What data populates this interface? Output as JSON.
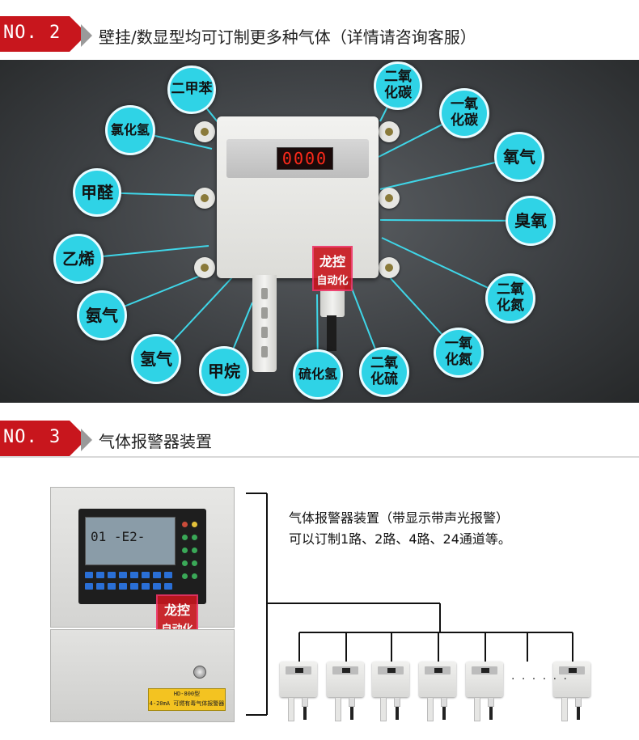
{
  "section2": {
    "tag": "NO. 2",
    "title": "壁挂/数显型均可订制更多种气体（详情请咨询客服）"
  },
  "device": {
    "display": "0000",
    "stamp_line1": "龙控",
    "stamp_line2": "自动化"
  },
  "gases": [
    {
      "id": "dimethylbenzene",
      "label": "二甲苯"
    },
    {
      "id": "hydrogen-chloride",
      "label": "氯化氢"
    },
    {
      "id": "formaldehyde",
      "label": "甲醛"
    },
    {
      "id": "ethylene",
      "label": "乙烯"
    },
    {
      "id": "ammonia",
      "label": "氨气"
    },
    {
      "id": "hydrogen",
      "label": "氢气"
    },
    {
      "id": "methane",
      "label": "甲烷"
    },
    {
      "id": "hydrogen-sulfide",
      "label": "硫化氢"
    },
    {
      "id": "sulfur-dioxide",
      "label": "二氧\n化硫"
    },
    {
      "id": "nitric-oxide",
      "label": "一氧\n化氮"
    },
    {
      "id": "nitrogen-dioxide",
      "label": "二氧\n化氮"
    },
    {
      "id": "ozone",
      "label": "臭氧"
    },
    {
      "id": "oxygen",
      "label": "氧气"
    },
    {
      "id": "carbon-monoxide",
      "label": "一氧\n化碳"
    },
    {
      "id": "carbon-dioxide",
      "label": "二氧\n化碳"
    }
  ],
  "section3": {
    "tag": "NO. 3",
    "title": "气体报警器装置",
    "desc_line1": "气体报警器装置（带显示带声光报警）",
    "desc_line2": "可以订制1路、2路、4路、24通道等。"
  },
  "controller": {
    "lcd": "01 -E2-",
    "stamp_line1": "龙控",
    "stamp_line2": "自动化",
    "plate_line1": "HD-800型",
    "plate_line2": "4-20mA 可燃有毒气体报警器"
  },
  "ellipsis": "· · · · · ·",
  "colors": {
    "accent": "#c8161d",
    "bubble": "#2fd3e6",
    "ray": "#3fd6e8"
  }
}
